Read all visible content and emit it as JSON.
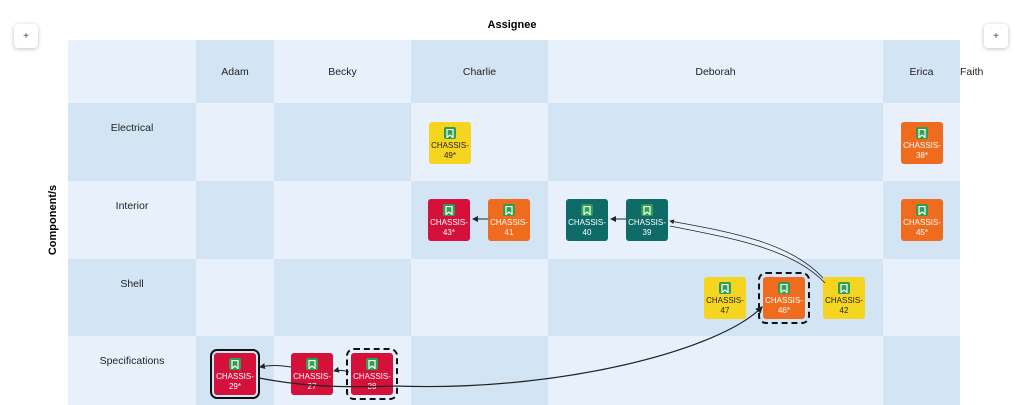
{
  "titles": {
    "x_axis": "Assignee",
    "y_axis": "Component/s"
  },
  "controls": {
    "left_button": "+",
    "right_button": "+"
  },
  "columns": [
    "Adam",
    "Becky",
    "Charlie",
    "Deborah",
    "Erica",
    "Faith"
  ],
  "rows": [
    "Electrical",
    "Interior",
    "Shell",
    "Specifications"
  ],
  "colors": {
    "grid_light": "#e8f1fb",
    "grid_dark": "#d3e4f5",
    "red": "#d4113a",
    "orange": "#ef6c1f",
    "yellow": "#f5d520",
    "teal": "#0e6b67",
    "badge_green": "#2e9e4f"
  },
  "cards": [
    {
      "id": "c49",
      "key": "CHASSIS-49*",
      "color": "yellow",
      "icon": "bookmark-icon"
    },
    {
      "id": "c38",
      "key": "CHASSIS-38*",
      "color": "orange",
      "icon": "bookmark-icon"
    },
    {
      "id": "c43",
      "key": "CHASSIS-43*",
      "color": "red",
      "icon": "bookmark-icon"
    },
    {
      "id": "c41",
      "key": "CHASSIS-41",
      "color": "orange",
      "icon": "bookmark-icon"
    },
    {
      "id": "c40",
      "key": "CHASSIS-40",
      "color": "teal",
      "icon": "bookmark-icon"
    },
    {
      "id": "c39",
      "key": "CHASSIS-39",
      "color": "teal",
      "icon": "bookmark-icon"
    },
    {
      "id": "c45",
      "key": "CHASSIS-45*",
      "color": "orange",
      "icon": "bookmark-icon"
    },
    {
      "id": "c47",
      "key": "CHASSIS-47",
      "color": "yellow",
      "icon": "bookmark-icon"
    },
    {
      "id": "c46",
      "key": "CHASSIS-46*",
      "color": "orange",
      "icon": "bookmark-icon"
    },
    {
      "id": "c42",
      "key": "CHASSIS-42",
      "color": "yellow",
      "icon": "bookmark-icon"
    },
    {
      "id": "c29",
      "key": "CHASSIS-29*",
      "color": "red",
      "icon": "bookmark-icon"
    },
    {
      "id": "c27",
      "key": "CHASSIS-27",
      "color": "red",
      "icon": "bookmark-icon"
    },
    {
      "id": "c28",
      "key": "CHASSIS-28",
      "color": "red",
      "icon": "bookmark-icon"
    }
  ]
}
